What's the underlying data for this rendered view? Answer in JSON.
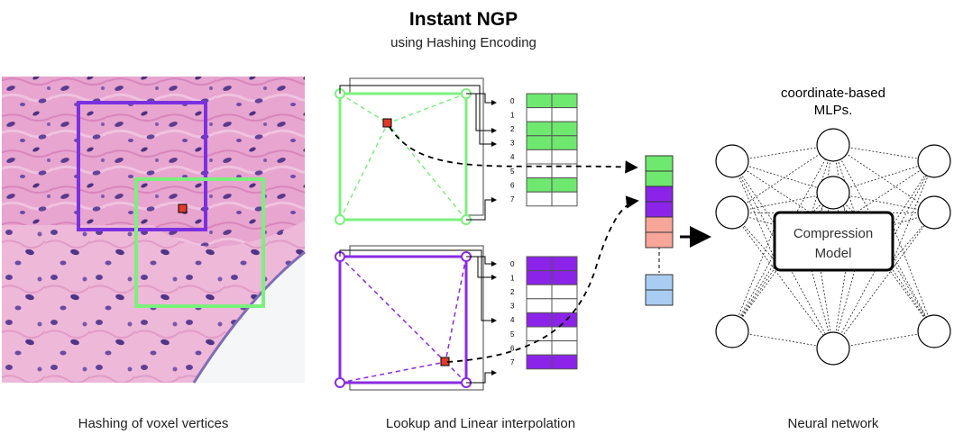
{
  "header": {
    "title": "Instant NGP",
    "subtitle": "using Hashing Encoding"
  },
  "panels": {
    "voxels": {
      "caption": "Hashing of voxel vertices"
    },
    "lookup": {
      "caption": "Lookup and Linear interpolation",
      "green_table": {
        "indices": [
          "0",
          "1",
          "2",
          "3",
          "4",
          "5",
          "6",
          "7"
        ],
        "filled_rows": [
          0,
          2,
          3,
          6
        ]
      },
      "purple_table": {
        "indices": [
          "0",
          "1",
          "2",
          "3",
          "4",
          "5",
          "6",
          "7"
        ],
        "filled_rows": [
          0,
          1,
          4,
          7
        ]
      }
    },
    "network": {
      "caption": "Neural network",
      "mlp_label_line1": "coordinate-based",
      "mlp_label_line2": "MLPs.",
      "compression_line1": "Compression",
      "compression_line2": "Model"
    }
  },
  "feature_vector": {
    "segments": [
      "green",
      "green",
      "purple",
      "purple",
      "salmon",
      "salmon",
      "blue",
      "blue"
    ]
  },
  "colors": {
    "green": "#6ee86e",
    "green_stroke": "#7cf07c",
    "purple": "#8b24e8",
    "purple_stroke": "#8a2be2",
    "voxel_purple": "#7a30e0",
    "salmon": "#f8a59a",
    "blue": "#a9cdf2",
    "red_point": "#e23a2a",
    "tissue_pink": "#e59ac9"
  }
}
